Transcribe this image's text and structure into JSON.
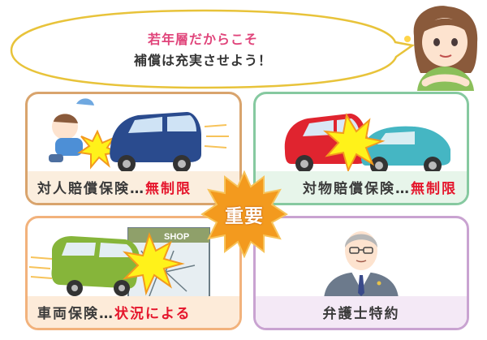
{
  "bubble": {
    "line1": "若年層だからこそ",
    "line2": "補償は充実させよう！"
  },
  "panels": [
    {
      "label": "対人賠償保険…",
      "highlight": "無制限"
    },
    {
      "label": "対物賠償保険…",
      "highlight": "無制限"
    },
    {
      "label": "車両保険…",
      "highlight": "状況による"
    },
    {
      "label": "弁護士特約",
      "highlight": ""
    }
  ],
  "center_badge": "重要",
  "shop_sign": "SHOP",
  "colors": {
    "highlight_red": "#e5162c",
    "bubble_pink": "#e0457b",
    "burst_orange": "#f39a1e",
    "impact_yellow": "#fff21a"
  }
}
